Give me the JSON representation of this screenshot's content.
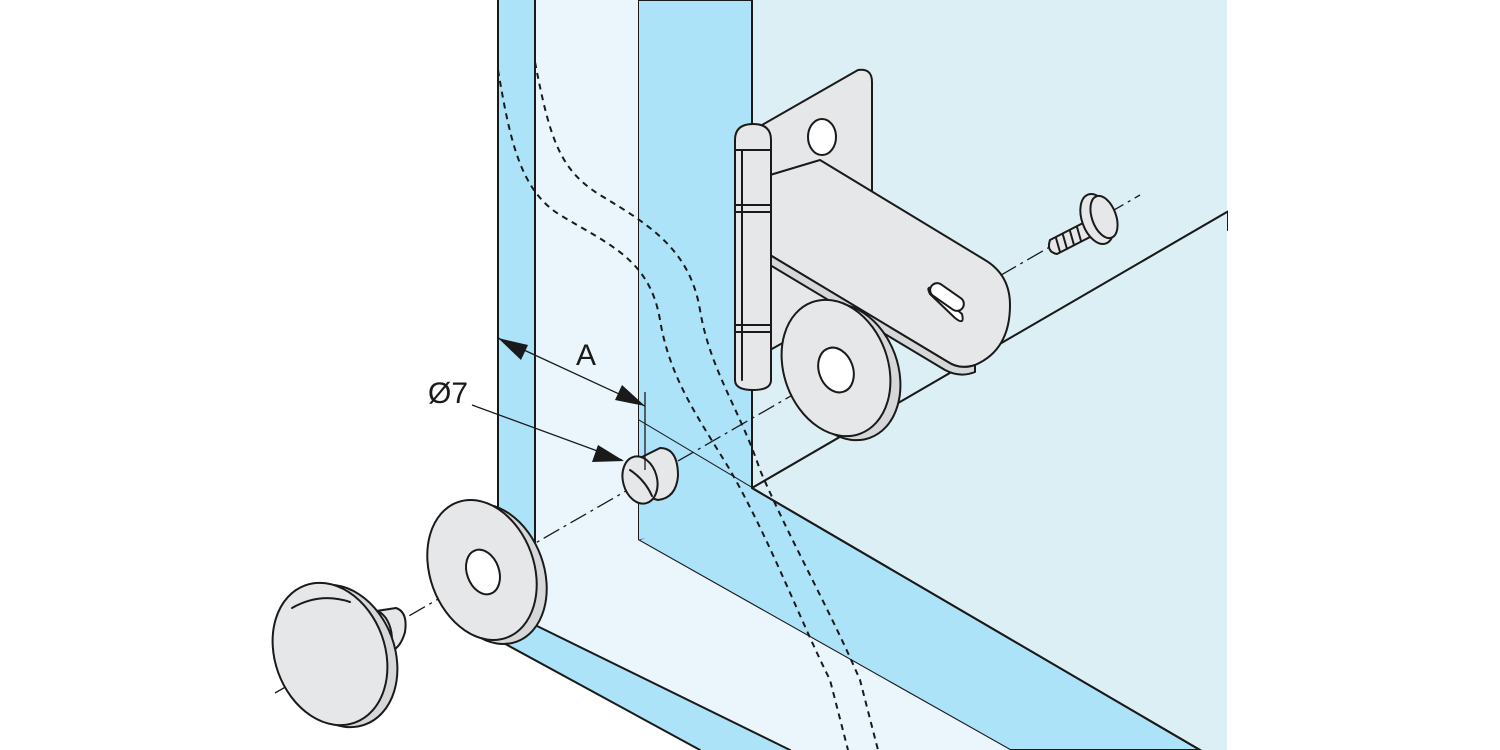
{
  "figure": {
    "labels": {
      "dimension_a": "A",
      "hole_diameter": "Ø7"
    },
    "colors": {
      "glass_edge": "#ade3f8",
      "glass_face": "#dceff5",
      "glass_light": "#eaf6fb",
      "metal": "#e6e7e8",
      "line": "#1a1a1a"
    },
    "parts": [
      "glass-door",
      "glass-cabinet-side",
      "hinge",
      "screw",
      "washer",
      "sleeve",
      "cap-nut"
    ]
  }
}
